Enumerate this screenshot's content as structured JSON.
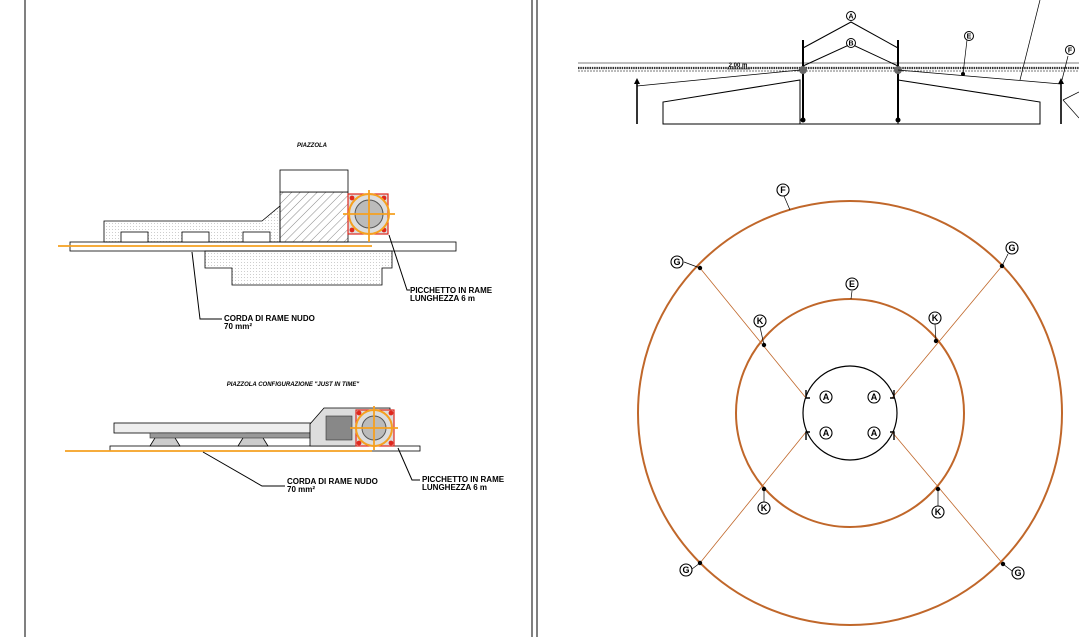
{
  "left_sheet": {
    "section1": {
      "title": "PIAZZOLA",
      "ground_rod_line1": "PICCHETTO IN RAME",
      "ground_rod_line2": "LUNGHEZZA 6 m",
      "copper_cord_line1": "CORDA DI RAME NUDO",
      "copper_cord_line2": "70 mm²"
    },
    "section2": {
      "title": "PIAZZOLA CONFIGURAZIONE \"JUST IN TIME\"",
      "ground_rod_line1": "PICCHETTO IN RAME",
      "ground_rod_line2": "LUNGHEZZA 6 m",
      "copper_cord_line1": "CORDA DI RAME NUDO",
      "copper_cord_line2": "70 mm²"
    }
  },
  "right_sheet": {
    "elevation": {
      "dimension": "2.00 m",
      "labels": [
        "A",
        "B",
        "E",
        "F"
      ]
    },
    "plan": {
      "outer_ring_label": "F",
      "middle_ring_label": "E",
      "rod_label": "G",
      "junction_label": "K",
      "foundation_label": "A"
    }
  },
  "colors": {
    "copper": "#c0672a",
    "highlight": "#f5a020",
    "marker": "#e0281e",
    "ink": "#000000"
  }
}
